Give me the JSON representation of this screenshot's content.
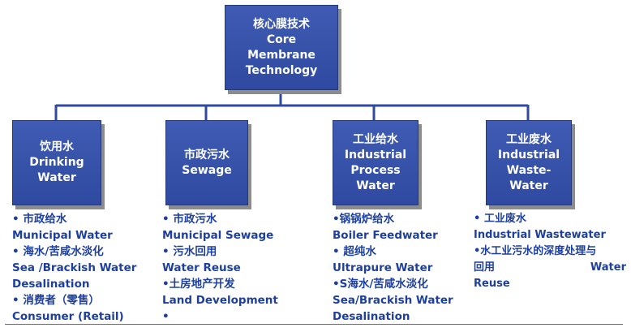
{
  "colors": {
    "box_fill": "#3453ab",
    "box_text": "#ffffff",
    "list_text": "#1d3f9e",
    "connector": "#2f4aa0"
  },
  "root": {
    "lines": [
      "核心膜技术",
      "Core",
      "Membrane",
      "Technology"
    ]
  },
  "branches": [
    {
      "title_lines": [
        "饮用水",
        "Drinking",
        "Water"
      ],
      "items": [
        "• 市政给水",
        "Municipal Water",
        "• 海水/苦咸水淡化",
        "Sea /Brackish Water",
        "Desalination",
        "• 消费者（零售）",
        "Consumer (Retail)"
      ]
    },
    {
      "title_lines": [
        "市政污水",
        "Sewage"
      ],
      "items": [
        "• 市政污水",
        "Municipal Sewage",
        "• 污水回用",
        "Water Reuse",
        "•土房地产开发",
        "Land Development",
        "•"
      ]
    },
    {
      "title_lines": [
        "工业给水",
        "Industrial",
        "Process",
        "Water"
      ],
      "items": [
        "•锅锅炉给水",
        "Boiler Feedwater",
        "• 超纯水",
        "Ultrapure Water",
        "•S海水/苦咸水淡化",
        "Sea/Brackish Water",
        "Desalination"
      ]
    },
    {
      "title_lines": [
        "工业废水",
        "Industrial",
        "Waste-",
        "Water"
      ],
      "items": [
        "• 工业废水",
        "Industrial Wastewater",
        "•水工业污水的深度处理与",
        "回用",
        "Water",
        "Reuse"
      ]
    }
  ]
}
